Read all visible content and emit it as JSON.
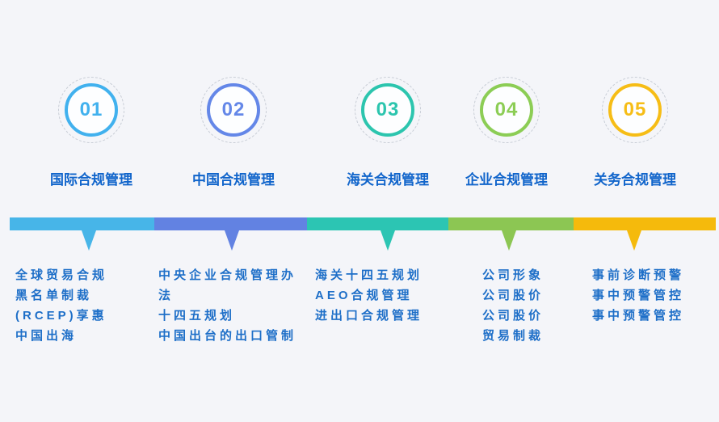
{
  "page": {
    "background_color": "#f4f5f9",
    "title_text_color": "#1165cb",
    "list_text_color": "#1e6fc8"
  },
  "steps": [
    {
      "number": "01",
      "title": "国际合规管理",
      "color": "#41b1ee",
      "bar_color": "#47b5e8",
      "items": [
        "全球贸易合规",
        "黑名单制裁",
        "(RCEP)享惠",
        "中国出海"
      ]
    },
    {
      "number": "02",
      "title": "中国合规管理",
      "color": "#6487e8",
      "bar_color": "#6282e2",
      "items": [
        "中央企业合规管理办法",
        "十四五规划",
        "中国出台的出口管制"
      ]
    },
    {
      "number": "03",
      "title": "海关合规管理",
      "color": "#2cc5ae",
      "bar_color": "#2cc5b3",
      "items": [
        "海关十四五规划",
        "AEO合规管理",
        "进出口合规管理"
      ]
    },
    {
      "number": "04",
      "title": "企业合规管理",
      "color": "#8ccd55",
      "bar_color": "#8cc653",
      "items": [
        "公司形象",
        "公司股价",
        "公司股价",
        "贸易制裁"
      ]
    },
    {
      "number": "05",
      "title": "关务合规管理",
      "color": "#f6bd16",
      "bar_color": "#f5ba0c",
      "items": [
        "事前诊断预警",
        "事中预警管控",
        "事中预警管控"
      ]
    }
  ]
}
